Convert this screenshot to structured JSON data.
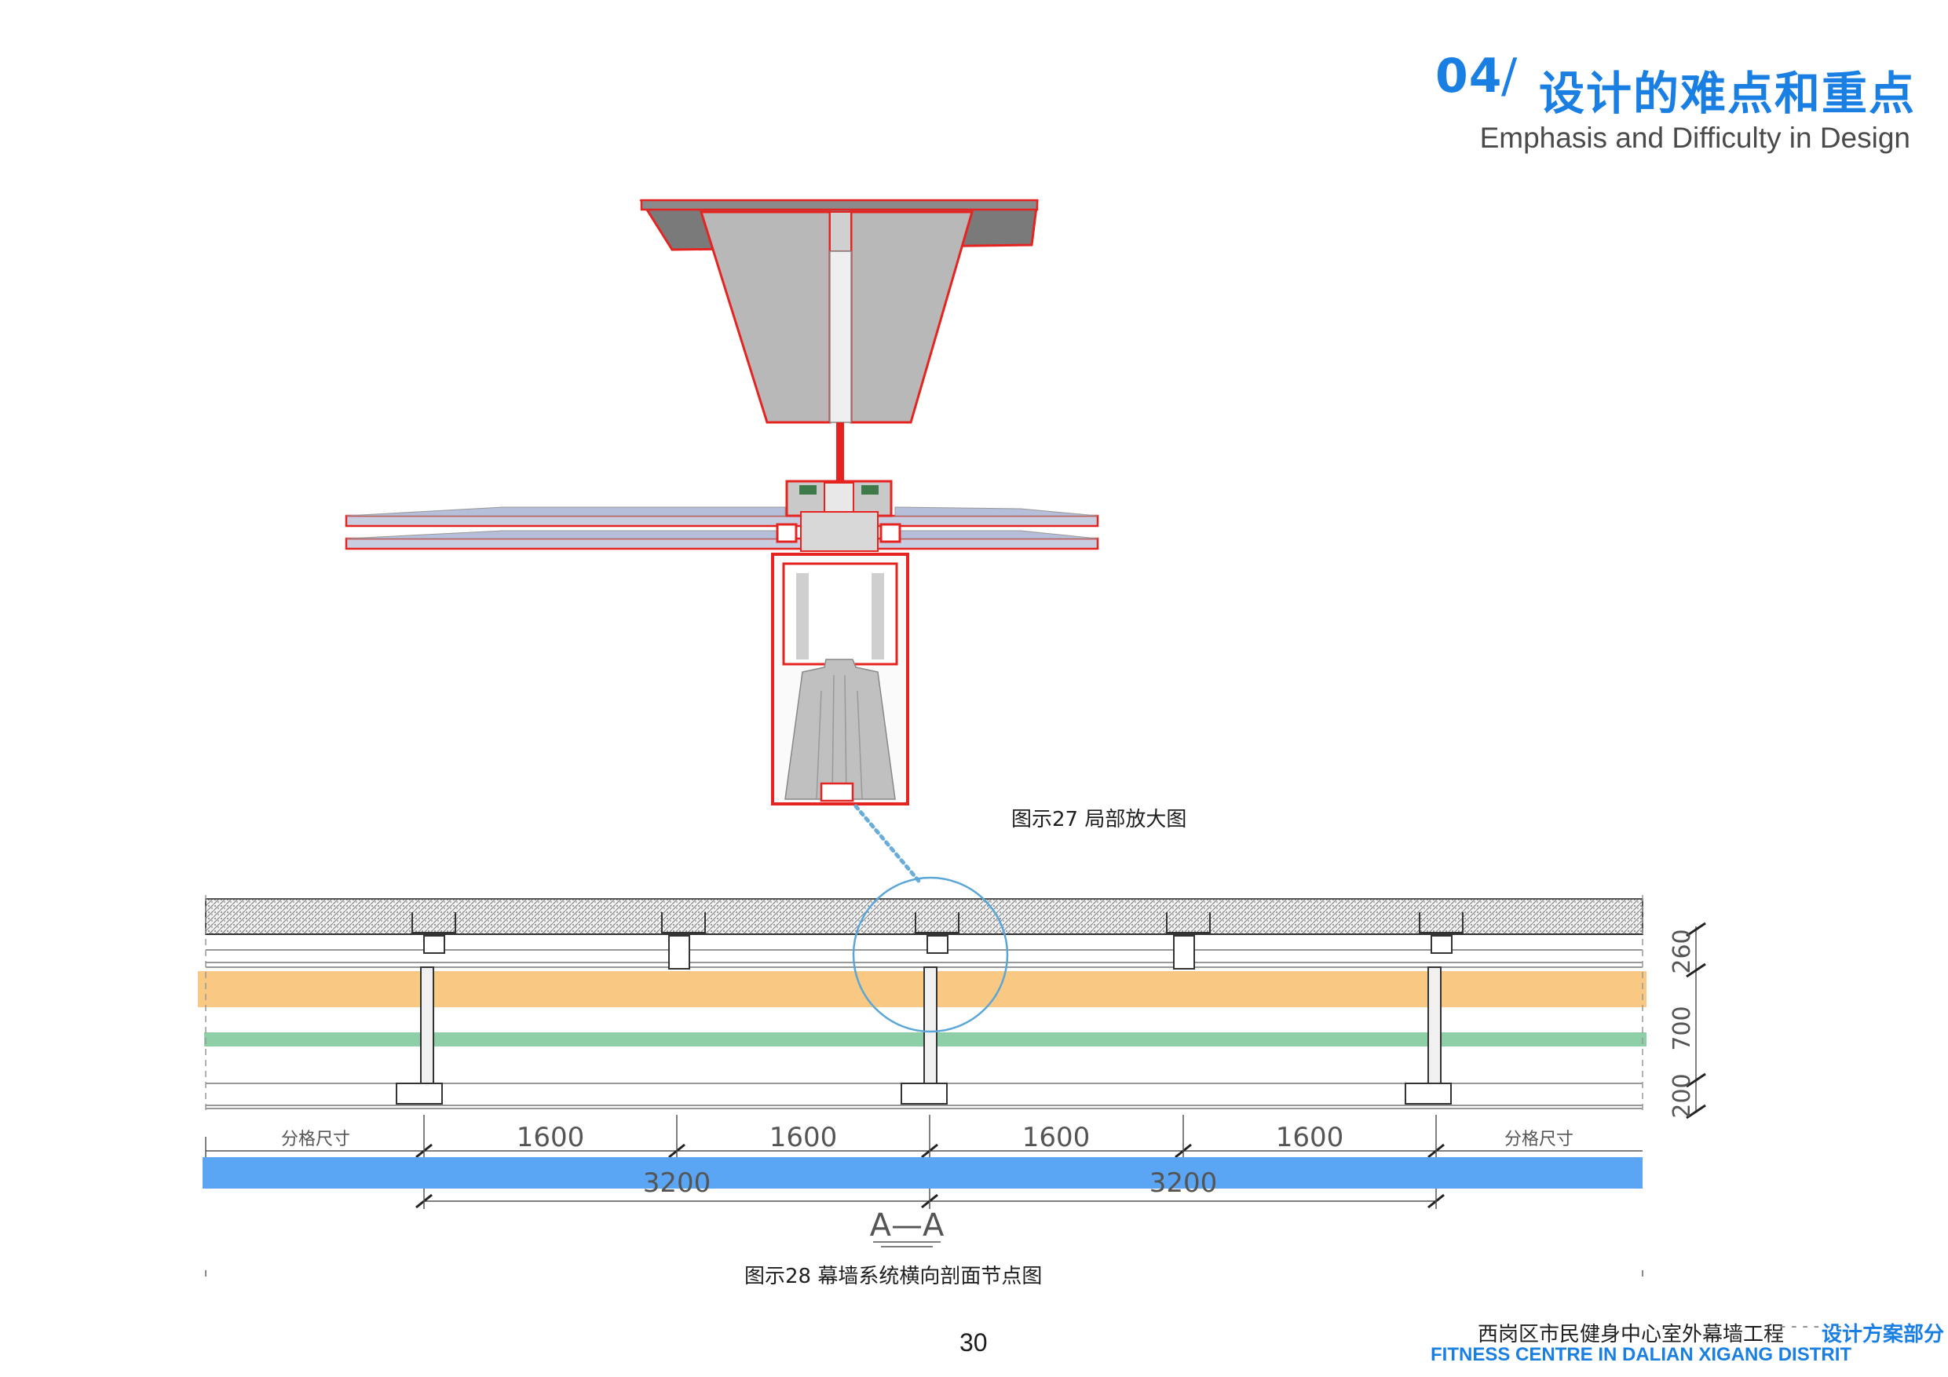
{
  "header": {
    "section_number": "04",
    "slash": "/",
    "title_cn": "设计的难点和重点",
    "title_en": "Emphasis and Difficulty in Design"
  },
  "figure27": {
    "caption": "图示27  局部放大图"
  },
  "figure28": {
    "caption": "图示28  幕墙系统横向剖面节点图",
    "section_mark": "A—A",
    "bottom_dims": [
      "分格尺寸",
      "1600",
      "1600",
      "1600",
      "1600",
      "分格尺寸"
    ],
    "total_dims": [
      "3200",
      "3200"
    ],
    "side_dims": [
      "260",
      "700",
      "200"
    ]
  },
  "page_number": "30",
  "footer": {
    "project_cn": "西岗区市民健身中心室外幕墙工程",
    "separator": "------",
    "tag": "设计方案部分",
    "project_en": "FITNESS CENTRE IN DALIAN XIGANG DISTRIT"
  },
  "colors": {
    "accent": "#1a7fe3",
    "frame_red": "#e52421",
    "band_orange": "#f9c983",
    "band_green": "#8fcfa8",
    "band_blue": "#5aa6f4",
    "steel_gray": "#b8b8b8",
    "glass_blue": "#b6bfd9"
  }
}
